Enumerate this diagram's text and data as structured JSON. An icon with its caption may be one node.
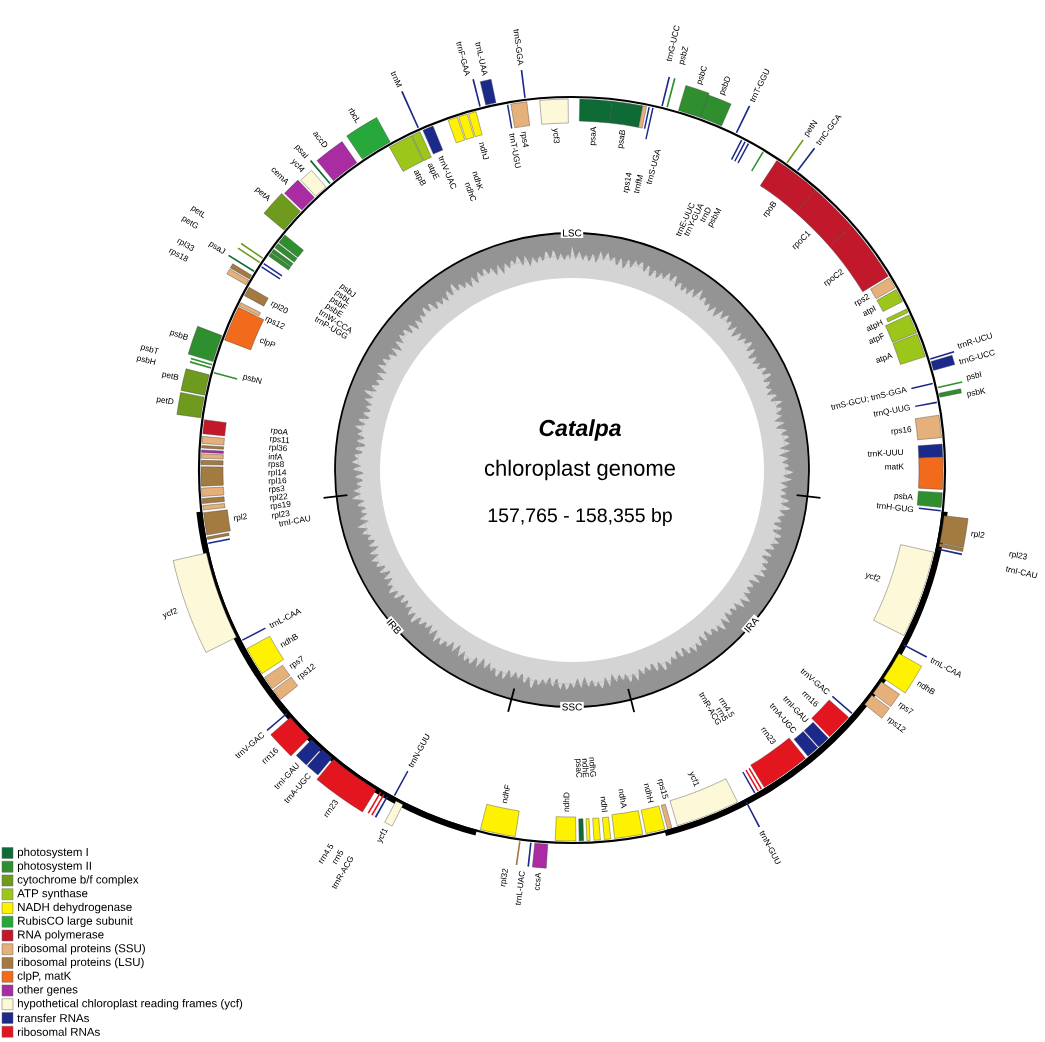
{
  "diagram": {
    "nodes": [
      {
        "text": [],
        "shape": "box"
      },
      {
        "text": [],
        "shape": "box"
      }
    ],
    "labels": [
      "Catalpa",
      "chloroplast genome",
      "157,765 - 158,355 bp",
      "LSC",
      "IRA",
      "SSC",
      "IRB",
      "psaA",
      "psaB",
      "rps14",
      "trnfM",
      "trnS-UGA",
      "trnG-UCC",
      "psbZ",
      "psbC",
      "psbD",
      "trnT-GGU",
      "trnE-UUC",
      "trnY-GUA",
      "trnD",
      "psbM",
      "rpoB",
      "petN",
      "trnC-GCA",
      "rpoC1",
      "rpoC2",
      "rps2",
      "atpI",
      "atpH",
      "atpF",
      "atpA",
      "trnR-UCU",
      "trnG-UCC",
      "trnS-GCU; trnS-GGA",
      "psbI",
      "psbK",
      "trnQ-UUG",
      "rps16",
      "trnK-UUU",
      "matK",
      "psbA",
      "trnH-GUG",
      "rpl2",
      "rpl23",
      "trnI-CAU",
      "ycf2",
      "trnL-CAA",
      "ndhB",
      "rps7",
      "rps12",
      "trnV-GAC",
      "rrn16",
      "trnI-GAU",
      "trnA-UGC",
      "rrn23",
      "rrn4.5",
      "rrn5",
      "trnR-ACG",
      "trnN-GUU",
      "ycf1",
      "rps15",
      "ndhH",
      "ndhA",
      "ndhI",
      "ndhG",
      "ndhE",
      "psaC",
      "ndhD",
      "ccsA",
      "trnL-UAC",
      "rpl32",
      "ndhF",
      "ycf1",
      "trnN-GUU",
      "trnR-ACG",
      "rrn5",
      "rrn4.5",
      "rrn23",
      "trnA-UGC",
      "trnI-GAU",
      "rrn16",
      "trnV-GAC",
      "rps12",
      "rps7",
      "ndhB",
      "trnL-CAA",
      "ycf2",
      "trnI-CAU",
      "rpl23",
      "rpl2",
      "rps19",
      "rpl22",
      "rps3",
      "rpl16",
      "rpl14",
      "rps8",
      "infA",
      "rpl36",
      "rps11",
      "rpoA",
      "petD",
      "petB",
      "psbN",
      "psbH",
      "psbT",
      "psbB",
      "clpP",
      "rps12",
      "rpl20",
      "rps18",
      "rpl33",
      "psaJ",
      "trnP-UGG",
      "trnW-CCA",
      "petG",
      "petL",
      "psbE",
      "psbF",
      "psbL",
      "psbJ",
      "petA",
      "cemA",
      "ycf4",
      "psaI",
      "accD",
      "rbcL",
      "atpB",
      "atpE",
      "trnM",
      "trnV-UAC",
      "ndhC",
      "ndhK",
      "ndhJ",
      "trnF-GAA",
      "trnL-UAA",
      "trnT-UGU",
      "rps4",
      "trnS-GGA",
      "ycf3"
    ],
    "legend": [
      {
        "text": "photosystem I",
        "color": "#0f6b35"
      },
      {
        "text": "photosystem II",
        "color": "#2f8f2f"
      },
      {
        "text": "cytochrome b/f complex",
        "color": "#6e9a1e"
      },
      {
        "text": "ATP synthase",
        "color": "#9cc61a"
      },
      {
        "text": "NADH dehydrogenase",
        "color": "#fff200"
      },
      {
        "text": "RubisCO large subunit",
        "color": "#27a83a"
      },
      {
        "text": "RNA polymerase",
        "color": "#c1192b"
      },
      {
        "text": "ribosomal proteins (SSU)",
        "color": "#e6b07a"
      },
      {
        "text": "ribosomal proteins (LSU)",
        "color": "#a37a40"
      },
      {
        "text": "clpP, matK",
        "color": "#f26a1b"
      },
      {
        "text": "other genes",
        "color": "#a92ca3"
      },
      {
        "text": "hypothetical chloroplast reading frames (ycf)",
        "color": "#fdf9d8"
      },
      {
        "text": "transfer RNAs",
        "color": "#1b2a8a"
      },
      {
        "text": "ribosomal RNAs",
        "color": "#e3161f"
      }
    ]
  }
}
